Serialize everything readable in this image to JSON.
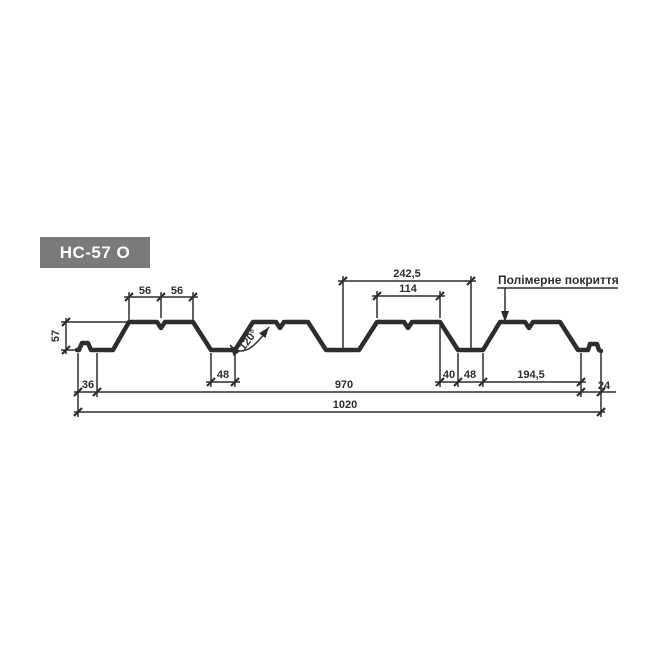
{
  "title": {
    "label": "НС-57 О"
  },
  "colors": {
    "ink": "#2d2d2d",
    "title_bg": "#7a7a7a",
    "title_text": "#ffffff",
    "page_bg": "#ffffff"
  },
  "labels": {
    "coating": "Полімерне покриття",
    "angle": "120°"
  },
  "dimensions": {
    "crest_left_a": "56",
    "crest_left_b": "56",
    "pitch": "242,5",
    "crest_top": "114",
    "height": "57",
    "edge_left": "36",
    "valley_width": "48",
    "slope_run": "40",
    "valley_right_width": "48",
    "shoulder_right": "194,5",
    "edge_right": "24",
    "working_width": "970",
    "total_width": "1020"
  }
}
